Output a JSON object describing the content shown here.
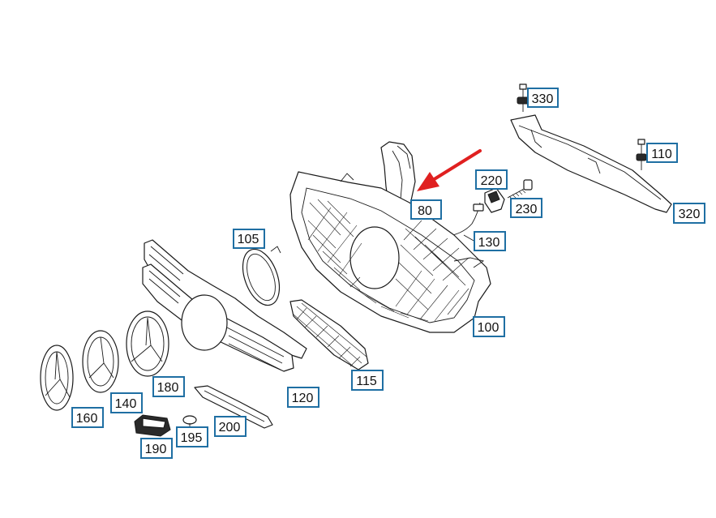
{
  "colors": {
    "callout_border": "#1f6fa3",
    "arrow": "#e02020",
    "line": "#1a1a1a"
  },
  "callouts": [
    {
      "id": "330",
      "label": "330"
    },
    {
      "id": "110",
      "label": "110"
    },
    {
      "id": "320",
      "label": "320"
    },
    {
      "id": "220",
      "label": "220"
    },
    {
      "id": "230",
      "label": "230"
    },
    {
      "id": "80",
      "label": "80"
    },
    {
      "id": "130",
      "label": "130"
    },
    {
      "id": "105",
      "label": "105"
    },
    {
      "id": "100",
      "label": "100"
    },
    {
      "id": "115",
      "label": "115"
    },
    {
      "id": "120",
      "label": "120"
    },
    {
      "id": "180",
      "label": "180"
    },
    {
      "id": "140",
      "label": "140"
    },
    {
      "id": "160",
      "label": "160"
    },
    {
      "id": "195",
      "label": "195"
    },
    {
      "id": "200",
      "label": "200"
    },
    {
      "id": "190",
      "label": "190"
    }
  ],
  "highlight": {
    "target": "80",
    "icon": "red-arrow-icon"
  }
}
